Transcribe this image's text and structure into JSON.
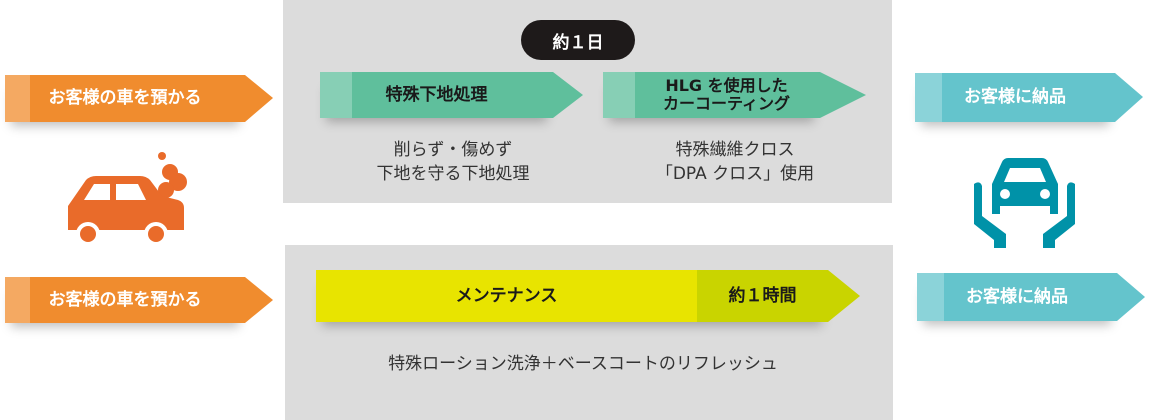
{
  "colors": {
    "orange": "#f08c2e",
    "green": "#5fbf9c",
    "teal": "#64c4cc",
    "yellow": "#e8e400",
    "yellow_dark": "#c9d400",
    "panel": "#dcdcdc",
    "car_orange": "#e96b2a",
    "car_teal": "#0092a8"
  },
  "top": {
    "badge": "約１日",
    "drop_off": "お客様の車を預かる",
    "step1": {
      "label": "特殊下地処理",
      "desc_line1": "削らず・傷めず",
      "desc_line2": "下地を守る下地処理"
    },
    "step2": {
      "label_line1": "HLG を使用した",
      "label_line2": "カーコーティング",
      "desc_line1": "特殊繊維クロス",
      "desc_line2": "「DPA クロス」使用"
    },
    "delivery": "お客様に納品",
    "icons": [
      "broken-car-icon",
      "hands-car-icon"
    ]
  },
  "bottom": {
    "drop_off": "お客様の車を預かる",
    "maintenance": "メンテナンス",
    "duration": "約１時間",
    "desc": "特殊ローション洗浄＋ベースコートのリフレッシュ",
    "delivery": "お客様に納品"
  }
}
